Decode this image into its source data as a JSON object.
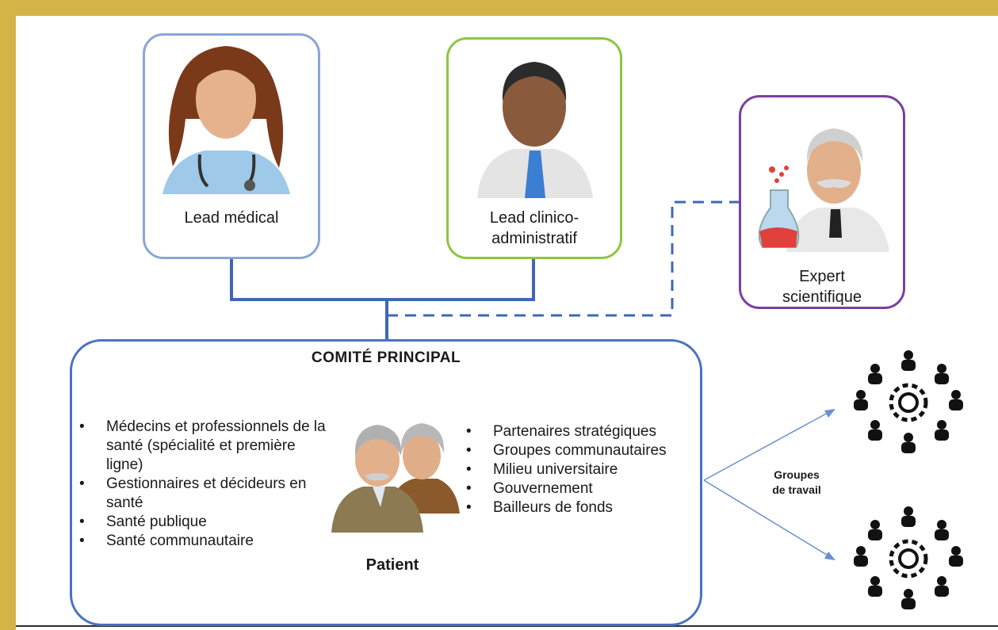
{
  "lead_medical": {
    "label": "Lead médical"
  },
  "lead_admin": {
    "label": "Lead clinico-\nadministratif"
  },
  "expert": {
    "label": "Expert\nscientifique"
  },
  "comite": {
    "title": "COMITÉ PRINCIPAL",
    "left_items": [
      "Médecins et professionnels de la santé (spécialité et première ligne)",
      "Gestionnaires et décideurs en santé",
      "Santé publique",
      "Santé communautaire"
    ],
    "right_items": [
      "Partenaires stratégiques",
      "Groupes communautaires",
      "Milieu universitaire",
      "Gouvernement",
      "Bailleurs de fonds"
    ],
    "patient_label": "Patient"
  },
  "groupes": {
    "label": "Groupes\nde travail"
  },
  "colors": {
    "frame": "#d4b447",
    "lead_medical_border": "#8aa6d6",
    "lead_admin_border": "#8cc63f",
    "expert_border": "#7b3f9e",
    "comite_border": "#4a72c4",
    "connector": "#3f67b5"
  },
  "icons": {
    "lead_medical": "female-doctor-icon",
    "lead_admin": "male-administrator-icon",
    "expert": "scientist-icon",
    "patient": "elderly-couple-icon",
    "groupes": "team-gear-icon"
  }
}
